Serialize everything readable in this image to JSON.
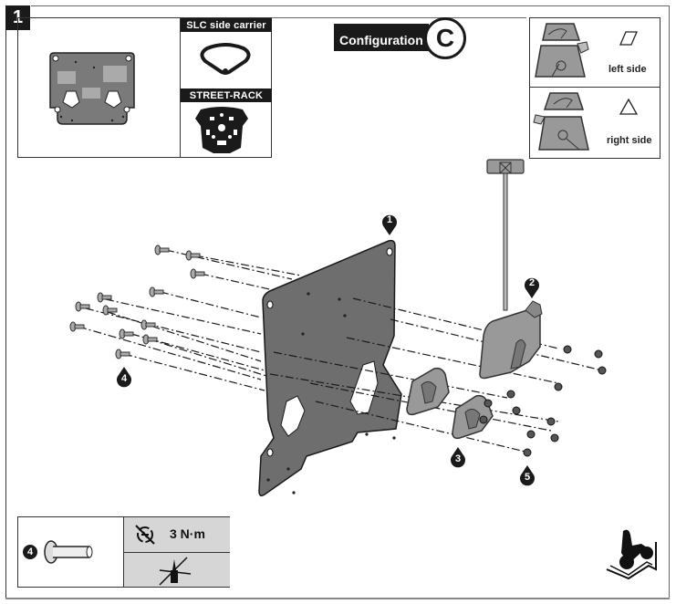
{
  "step": {
    "number": "1"
  },
  "compatibility": {
    "items": [
      {
        "label": "SLC side carrier",
        "icon": "slc-side-carrier-icon"
      },
      {
        "label": "STREET-RACK",
        "icon": "street-rack-icon"
      }
    ],
    "plate_icon": "mounting-plate-icon"
  },
  "configuration": {
    "label": "Configuration",
    "letter": "C"
  },
  "sides": [
    {
      "label": "left side",
      "symbol": "parallelogram"
    },
    {
      "label": "right side",
      "symbol": "triangle"
    }
  ],
  "callouts": [
    "1",
    "2",
    "3",
    "4",
    "5"
  ],
  "spec": {
    "part_callout": "4",
    "torque": "3 N·m",
    "torque_icon": "torque-wrench-icon",
    "threadlock_icon": "no-threadlocker-icon"
  },
  "footer": {
    "icon": "motorcycle-side-icon"
  },
  "colors": {
    "dark": "#1a1a1a",
    "plate": "#6e6e6e",
    "part": "#9a9a9a",
    "spec_bg": "#d6d6d6"
  }
}
